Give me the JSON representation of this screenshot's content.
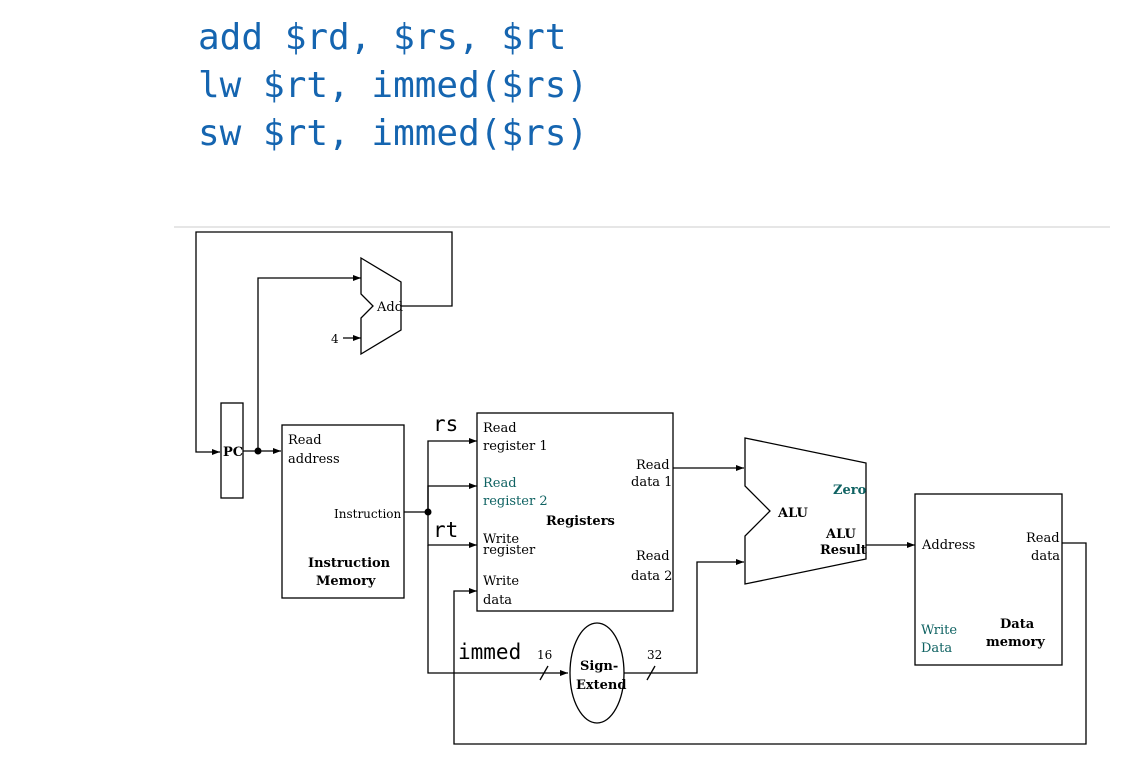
{
  "code_lines": [
    "add $rd, $rs, $rt",
    "lw $rt, immed($rs)",
    "sw $rt, immed($rs)"
  ],
  "diagram": {
    "add_label": "Add",
    "four_label": "4",
    "pc_label": "PC",
    "imem": {
      "read_addr_1": "Read",
      "read_addr_2": "address",
      "instruction": "Instruction",
      "title_1": "Instruction",
      "title_2": "Memory"
    },
    "regs": {
      "rr1_1": "Read",
      "rr1_2": "register 1",
      "rr2_1": "Read",
      "rr2_2": "register 2",
      "wr_1": "Write",
      "wr_2": "register",
      "wd_1": "Write",
      "wd_2": "data",
      "rd1_1": "Read",
      "rd1_2": "data 1",
      "rd2_1": "Read",
      "rd2_2": "data 2",
      "title": "Registers"
    },
    "alu": {
      "label": "ALU",
      "zero": "Zero",
      "result_1": "ALU",
      "result_2": "Result"
    },
    "dmem": {
      "address": "Address",
      "read_1": "Read",
      "read_2": "data",
      "write_1": "Write",
      "write_2": "Data",
      "title_1": "Data",
      "title_2": "memory"
    },
    "sign_extend": {
      "line1": "Sign-",
      "line2": "Extend",
      "in_bits": "16",
      "out_bits": "32"
    },
    "fields": {
      "rs": "rs",
      "rt": "rt",
      "immed": "immed"
    },
    "colors": {
      "code": "#1565b0",
      "highlight": "#0f6262"
    }
  }
}
